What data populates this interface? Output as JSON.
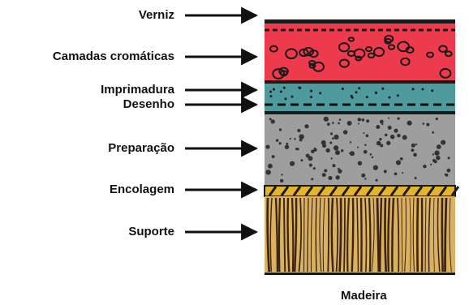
{
  "layers": [
    {
      "key": "verniz",
      "label": "Verniz",
      "color": "#1a1a1a"
    },
    {
      "key": "cromaticas",
      "label": "Camadas cromáticas",
      "color": "#ee3a4d"
    },
    {
      "key": "imprimadura",
      "label": "Imprimadura",
      "color": "#4f9a9c"
    },
    {
      "key": "desenho",
      "label": "Desenho",
      "color": "#111111"
    },
    {
      "key": "preparacao",
      "label": "Preparação",
      "color": "#9e9e9e"
    },
    {
      "key": "encolagem",
      "label": "Encolagem",
      "color": "#e2b52c"
    },
    {
      "key": "suporte",
      "label": "Suporte",
      "color": "#d9b15f"
    }
  ],
  "caption": "Madeira"
}
